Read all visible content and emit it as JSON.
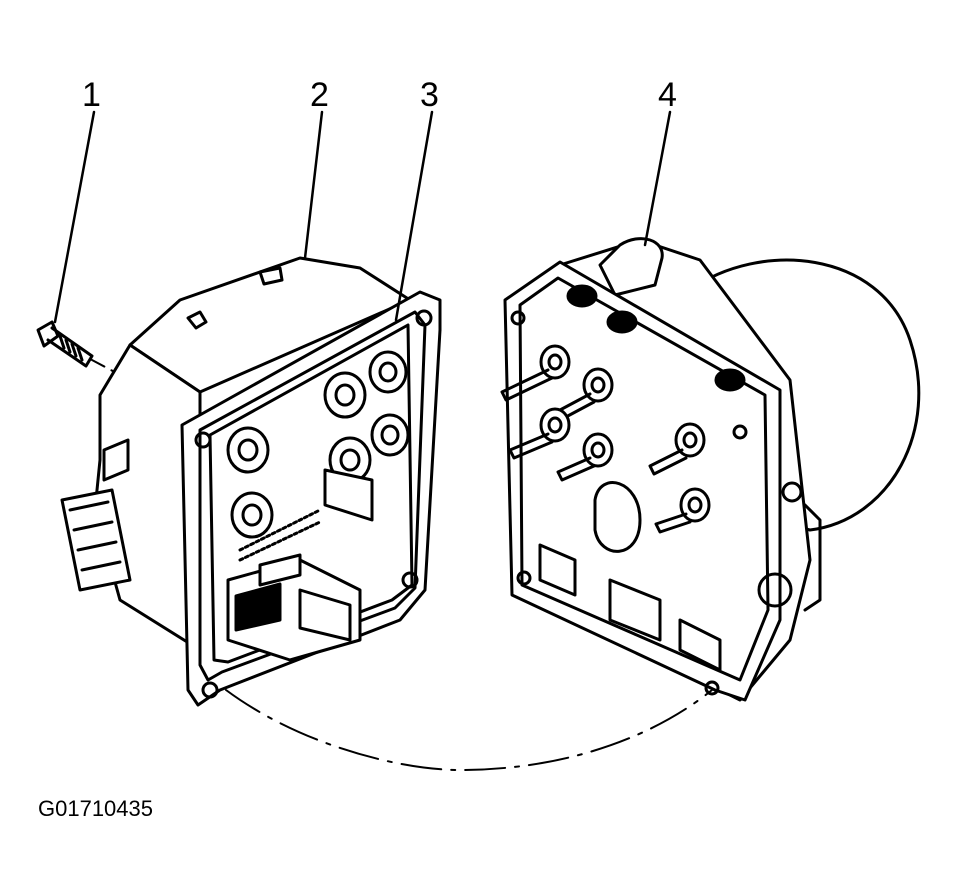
{
  "callouts": {
    "c1": "1",
    "c2": "2",
    "c3": "3",
    "c4": "4"
  },
  "figure_code": "G01710435",
  "colors": {
    "ink": "#000000",
    "paper": "#ffffff"
  }
}
